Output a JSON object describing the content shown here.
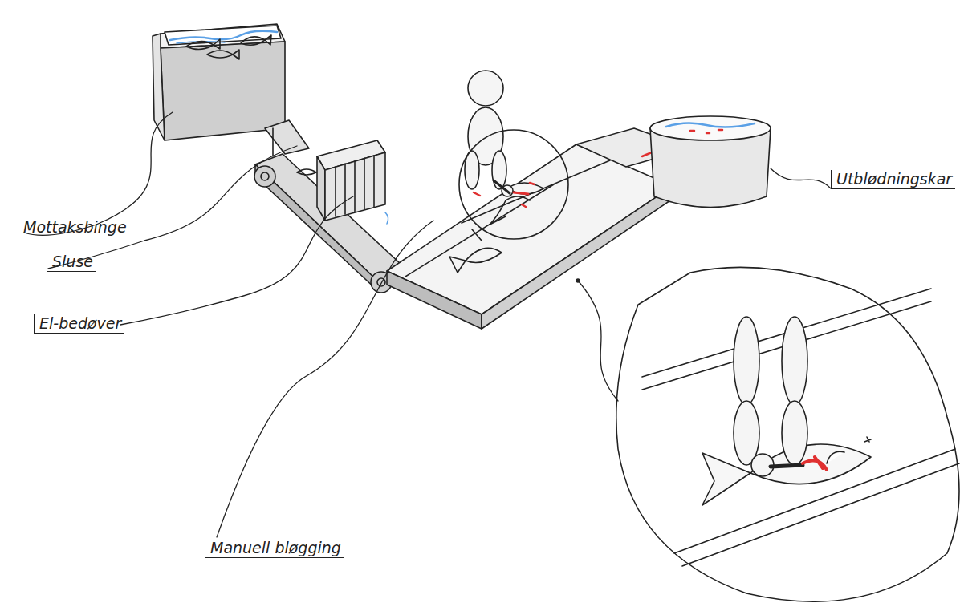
{
  "diagram": {
    "labels": [
      "Mottaksbinge",
      "Sluse",
      "El-bedøver",
      "Manuell bløgging",
      "Utblødningskar"
    ]
  }
}
